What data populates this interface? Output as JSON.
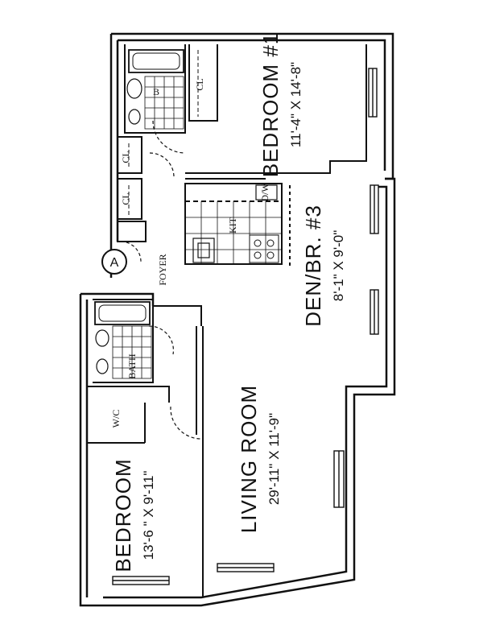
{
  "rooms": {
    "bedroom1": {
      "name": "BEDROOM #1",
      "dims": "11'-4\" X 14'-8\""
    },
    "den": {
      "name": "DEN/BR. #3",
      "dims": "8'-1\" X 9'-0\""
    },
    "living": {
      "name": "LIVING ROOM",
      "dims": "29'-11\" X 11'-9\""
    },
    "bedroom": {
      "name": "BEDROOM",
      "dims": "13'-6 \" X 9'-11\""
    }
  },
  "labels": {
    "kit": "KIT",
    "foyer": "FOYER",
    "bath": "BATH",
    "bath_b": "B",
    "wic": "W/C",
    "entry": "A",
    "cl": "CL",
    "dw": "D/W"
  }
}
